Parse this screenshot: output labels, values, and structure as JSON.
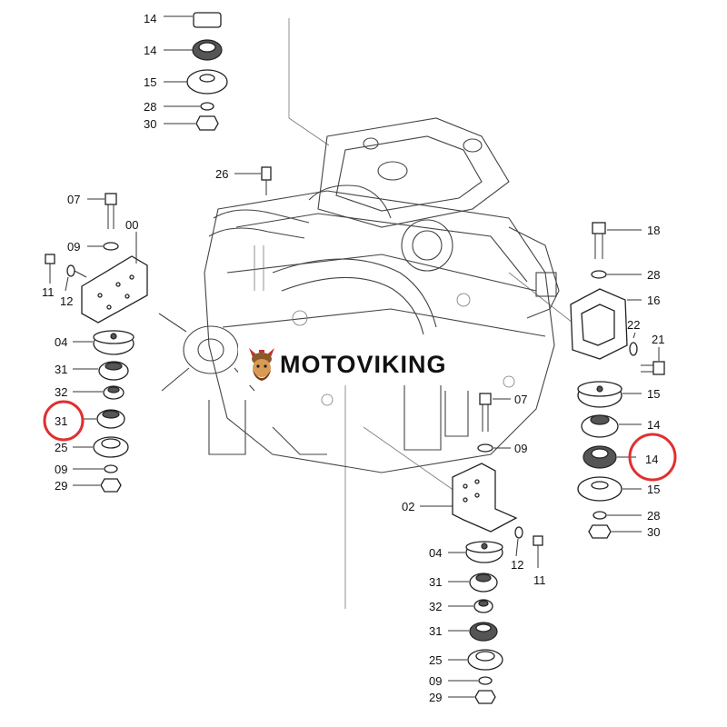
{
  "watermark": {
    "brand": "MOTOVIKING",
    "icon": "viking-mascot-icon"
  },
  "highlight_color": "#e03030",
  "labels": {
    "p14_top_clip": "14",
    "p14_top": "14",
    "p15_top": "15",
    "p28_top": "28",
    "p30_top": "30",
    "p26": "26",
    "p07_left": "07",
    "p00": "00",
    "p09_left": "09",
    "p11_left": "11",
    "p12_left": "12",
    "p04_left": "04",
    "p31_left_a": "31",
    "p32_left": "32",
    "p31_left_b": "31",
    "p25_left": "25",
    "p09_left_b": "09",
    "p29_left": "29",
    "p18": "18",
    "p28_right": "28",
    "p16": "16",
    "p22": "22",
    "p21": "21",
    "p15_right_a": "15",
    "p14_right_a": "14",
    "p14_right_b": "14",
    "p15_right_b": "15",
    "p28_right_b": "28",
    "p30_right": "30",
    "p07_center": "07",
    "p09_center": "09",
    "p02": "02",
    "p04_center": "04",
    "p12_center": "12",
    "p11_center": "11",
    "p31_center_a": "31",
    "p32_center": "32",
    "p31_center_b": "31",
    "p25_center": "25",
    "p09_center_b": "09",
    "p29_center": "29"
  }
}
